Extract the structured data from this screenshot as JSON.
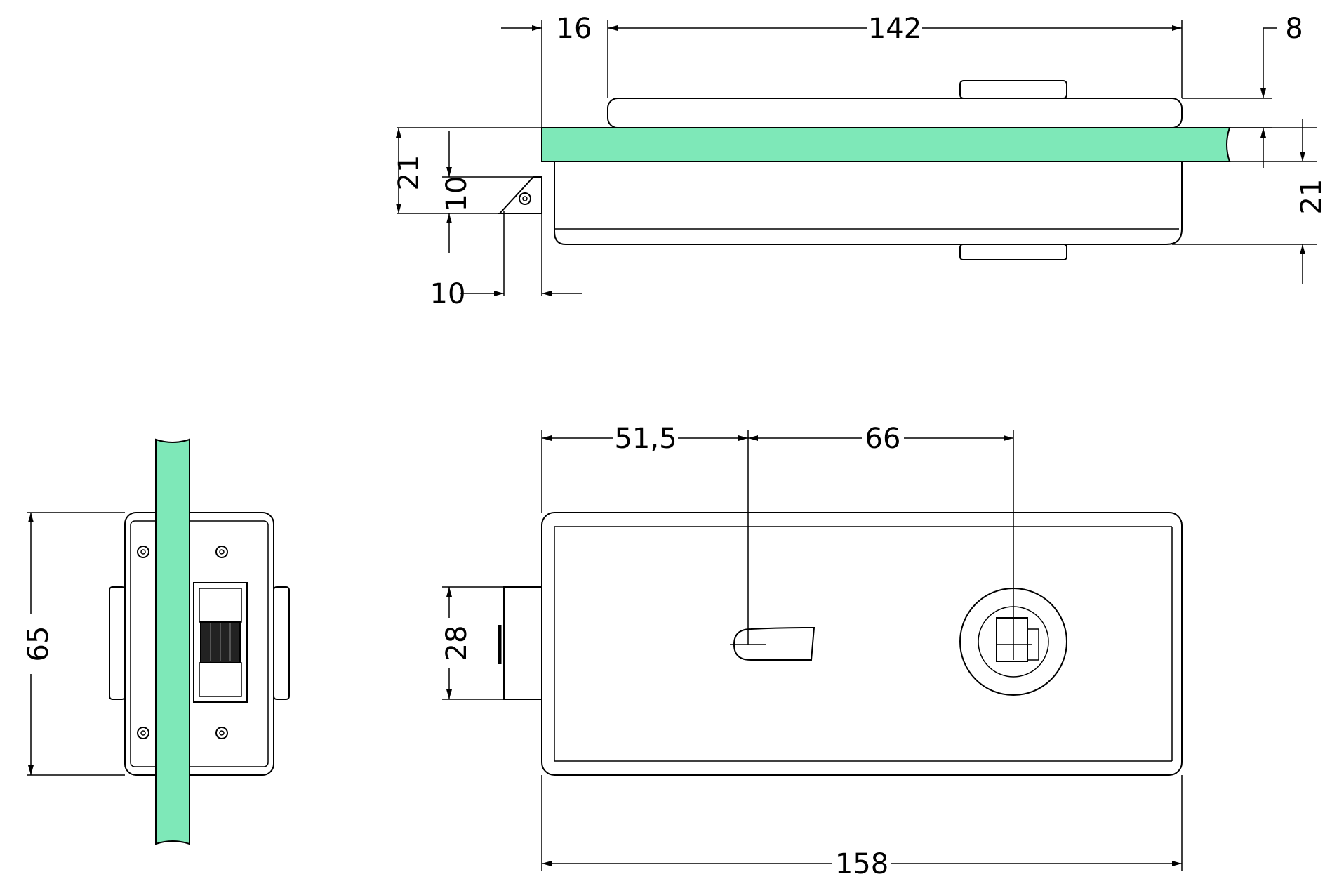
{
  "colors": {
    "glass": "#7ee8b8",
    "line": "#000000"
  },
  "top_view": {
    "dim_16": "16",
    "dim_142": "142",
    "dim_8": "8",
    "dim_21_left": "21",
    "dim_10_vert": "10",
    "dim_10_horiz": "10",
    "dim_21_right": "21"
  },
  "side_view": {
    "dim_65": "65"
  },
  "front_view": {
    "dim_51_5": "51,5",
    "dim_66": "66",
    "dim_28": "28",
    "dim_158": "158"
  }
}
